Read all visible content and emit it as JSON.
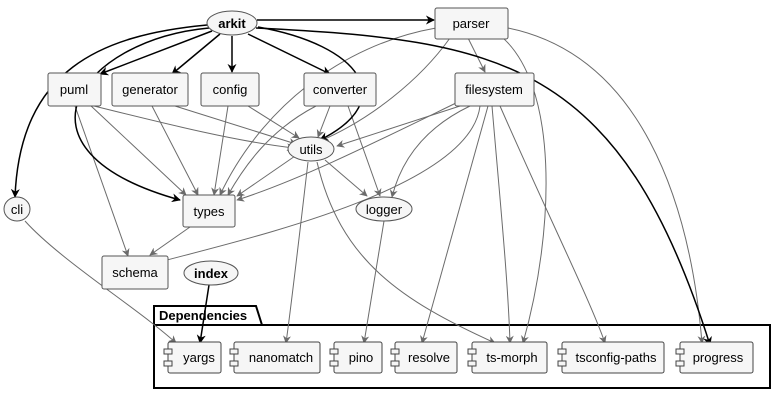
{
  "nodes": {
    "arkit": "arkit",
    "parser": "parser",
    "puml": "puml",
    "generator": "generator",
    "config": "config",
    "converter": "converter",
    "filesystem": "filesystem",
    "utils": "utils",
    "cli": "cli",
    "types": "types",
    "logger": "logger",
    "schema": "schema",
    "index": "index"
  },
  "package": {
    "title": "Dependencies",
    "components": [
      "yargs",
      "nanomatch",
      "pino",
      "resolve",
      "ts-morph",
      "tsconfig-paths",
      "progress"
    ]
  }
}
